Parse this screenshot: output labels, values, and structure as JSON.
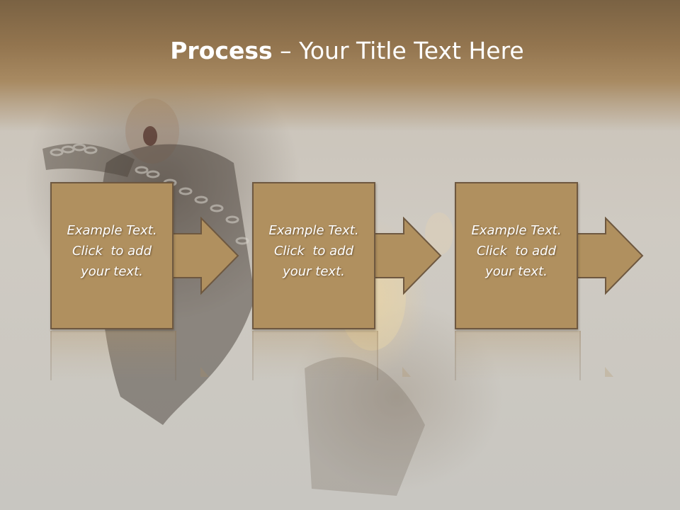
{
  "slide": {
    "title_bold": "Process",
    "title_rest": " – Your Title Text Here"
  },
  "steps": [
    {
      "lines": [
        "Example Text.",
        "Click  to add",
        "your text."
      ]
    },
    {
      "lines": [
        "Example Text.",
        "Click  to add",
        "your text."
      ]
    },
    {
      "lines": [
        "Example Text.",
        "Click  to add",
        "your text."
      ]
    }
  ],
  "colors": {
    "header": "#93754f",
    "box_fill": "#b0905f",
    "box_border": "#6e5840",
    "text": "#ffffff"
  }
}
